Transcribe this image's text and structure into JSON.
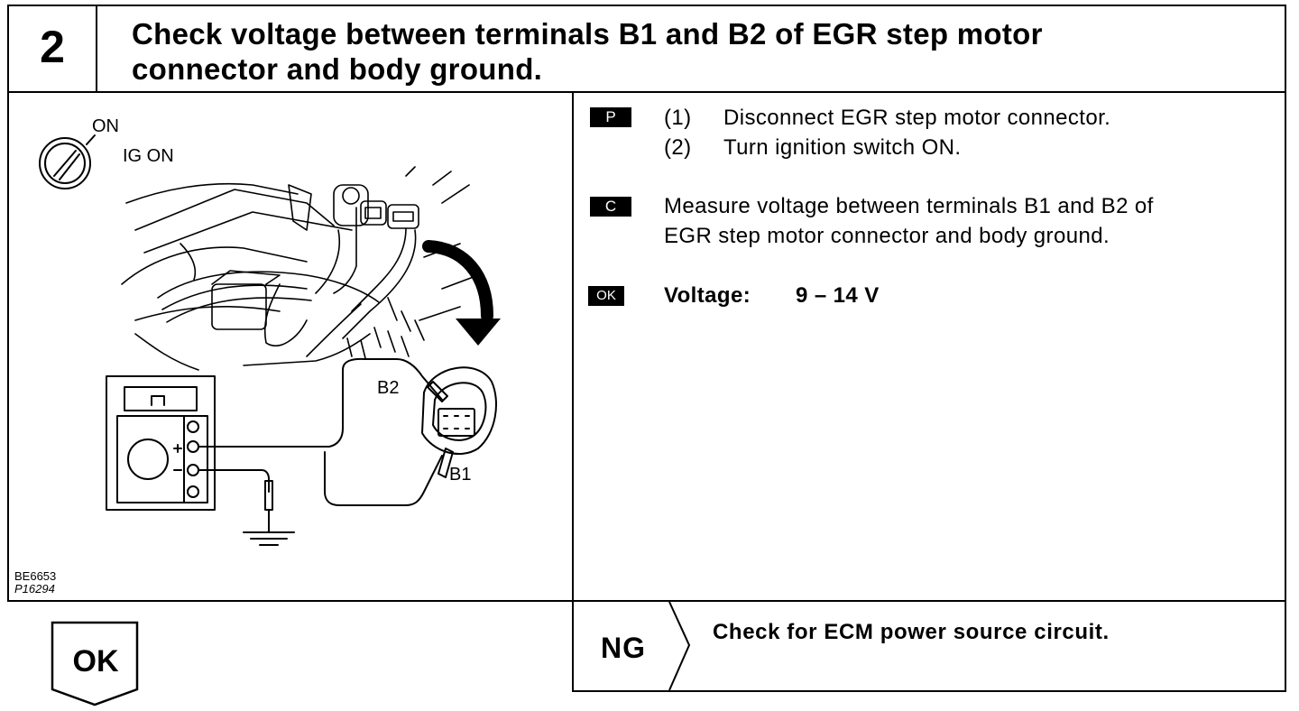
{
  "header": {
    "step_number": "2",
    "title_line1": "Check voltage between terminals B1 and B2 of EGR step motor",
    "title_line2": "connector and body ground."
  },
  "illustration": {
    "switch_on_label": "ON",
    "ig_on_label": "IG ON",
    "b2_label": "B2",
    "b1_label": "B1",
    "code1": "BE6653",
    "code2": "P16294"
  },
  "procedure": {
    "prep_tag": "P",
    "prep_step1_num": "(1)",
    "prep_step1": "Disconnect EGR step motor connector.",
    "prep_step2_num": "(2)",
    "prep_step2": "Turn ignition switch ON.",
    "check_tag": "C",
    "check_line1": "Measure voltage between terminals B1 and B2 of",
    "check_line2": "EGR step motor connector and body ground.",
    "ok_tag": "OK",
    "voltage_label": "Voltage:",
    "voltage_value": "9 – 14 V"
  },
  "result": {
    "ng_label": "NG",
    "ng_text": "Check for ECM power source circuit.",
    "ok_label": "OK"
  }
}
